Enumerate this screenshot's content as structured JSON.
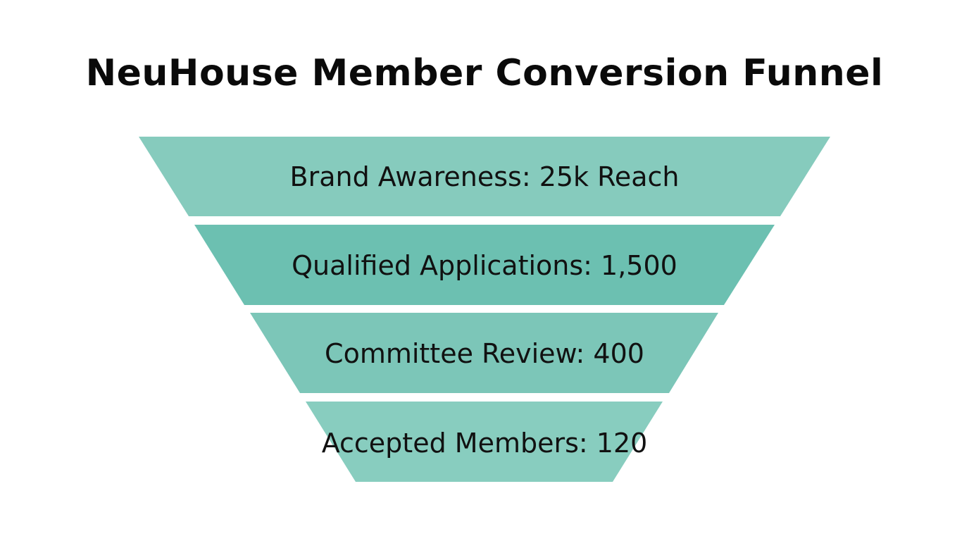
{
  "title": "NeuHouse Member Conversion Funnel",
  "colors": {
    "stage_light": "#86cbbd",
    "stage_dark": "#6cc0b1",
    "text": "#111111",
    "background": "#ffffff"
  },
  "stages": [
    {
      "label": "Brand Awareness: 25k Reach",
      "name": "Brand Awareness",
      "value": 25000,
      "display_value": "25k Reach"
    },
    {
      "label": "Qualified Applications: 1,500",
      "name": "Qualified Applications",
      "value": 1500,
      "display_value": "1,500"
    },
    {
      "label": "Committee Review: 400",
      "name": "Committee Review",
      "value": 400,
      "display_value": "400"
    },
    {
      "label": "Accepted Members: 120",
      "name": "Accepted Members",
      "value": 120,
      "display_value": "120"
    }
  ],
  "chart_data": {
    "type": "funnel",
    "title": "NeuHouse Member Conversion Funnel",
    "categories": [
      "Brand Awareness",
      "Qualified Applications",
      "Committee Review",
      "Accepted Members"
    ],
    "values": [
      25000,
      1500,
      400,
      120
    ],
    "value_labels": [
      "25k Reach",
      "1,500",
      "400",
      "120"
    ],
    "xlabel": "",
    "ylabel": "",
    "legend": "none",
    "grid": false
  }
}
